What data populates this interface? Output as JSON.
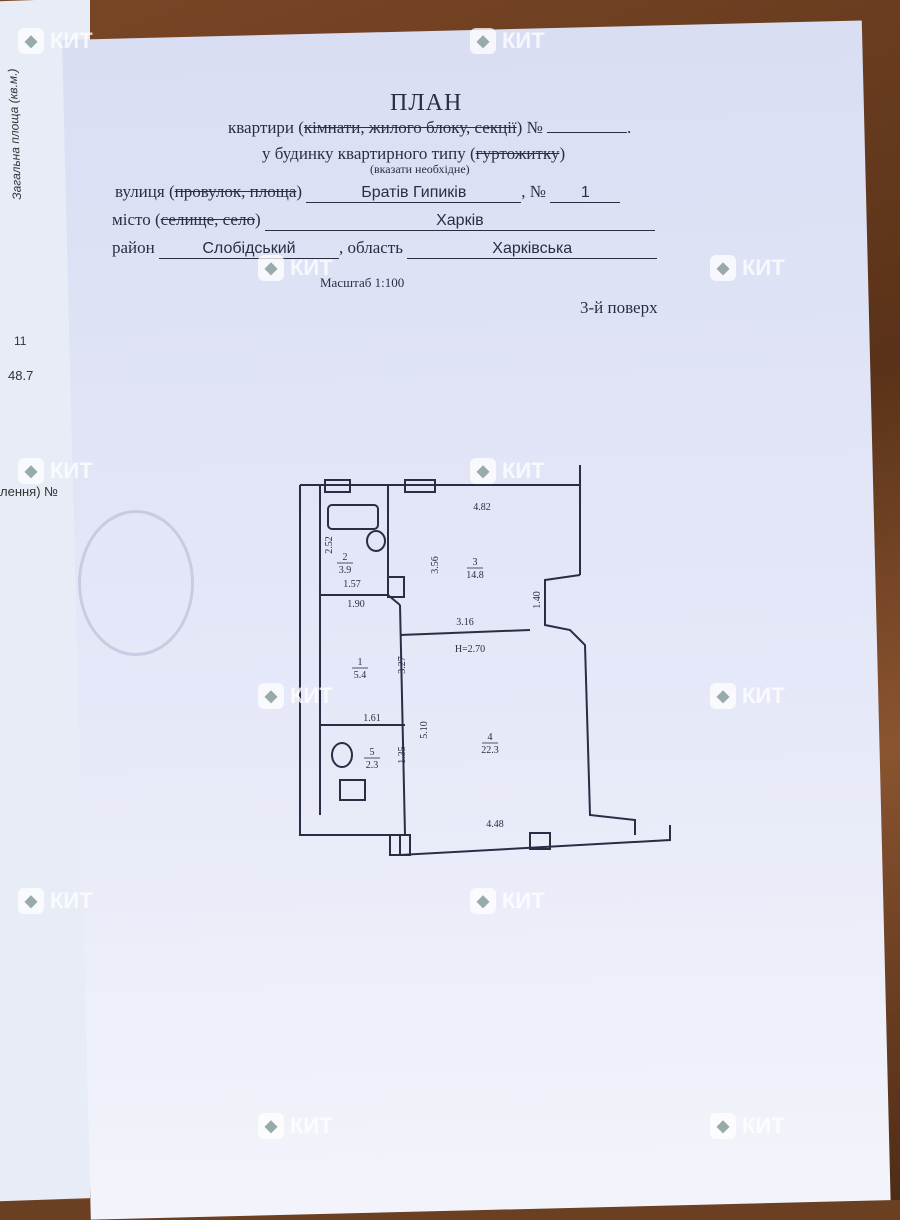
{
  "header": {
    "title": "ПЛАН",
    "line1_prefix": "квартири (",
    "line1_struck": "кімнати, жилого блоку, секції",
    "line1_suffix": ") №",
    "line2_prefix": "у будинку квартирного типу (",
    "line2_struck": "гуртожитку",
    "line2_suffix": ")",
    "line3": "(вказати необхідне)"
  },
  "address": {
    "street_label": "вулиця (",
    "street_label_struck": "провулок, площа",
    "street_label_end": ")",
    "street_value": "Братів Гипиків",
    "number_label": ", №",
    "number_value": "1",
    "city_label": "місто (",
    "city_label_struck": "селище, село",
    "city_label_end": ")",
    "city_value": "Харків",
    "district_label": "район",
    "district_value": "Слобідський",
    "region_label": ", область",
    "region_value": "Харківська"
  },
  "scale": "Масштаб 1:100",
  "floor": "3-й поверх",
  "plan": {
    "height": "H=2.70",
    "rooms": [
      {
        "number": "1",
        "area": "5.4"
      },
      {
        "number": "2",
        "area": "3.9"
      },
      {
        "number": "3",
        "area": "14.8"
      },
      {
        "number": "4",
        "area": "22.3"
      },
      {
        "number": "5",
        "area": "2.3"
      }
    ],
    "dimensions": [
      "4.82",
      "2.52",
      "3.56",
      "1.57",
      "1.90",
      "3.16",
      "1.40",
      "3.27",
      "1.61",
      "1.35",
      "5.10",
      "4.48"
    ]
  },
  "left_page": {
    "col_header": "Загальна площа (кв.м.)",
    "count": "11",
    "area": "48.7",
    "fragment": "лення) №"
  },
  "watermark": "КИТ"
}
